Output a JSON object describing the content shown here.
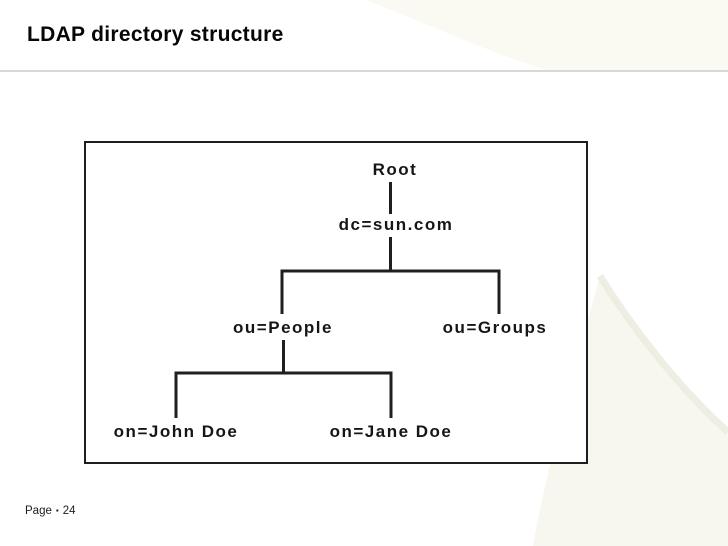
{
  "slide": {
    "title": "LDAP directory structure",
    "footer": {
      "page_label": "Page",
      "separator": "▪",
      "page_number": "24"
    }
  },
  "diagram": {
    "type": "tree",
    "nodes": [
      {
        "id": "root",
        "label": "Root"
      },
      {
        "id": "dc-sun-com",
        "label": "dc=sun.com"
      },
      {
        "id": "ou-people",
        "label": "ou=People"
      },
      {
        "id": "ou-groups",
        "label": "ou=Groups"
      },
      {
        "id": "on-john-doe",
        "label": "on=John Doe"
      },
      {
        "id": "on-jane-doe",
        "label": "on=Jane Doe"
      }
    ],
    "edges": [
      {
        "from": "Root",
        "to": "dc=sun.com"
      },
      {
        "from": "dc=sun.com",
        "to": "ou=People"
      },
      {
        "from": "dc=sun.com",
        "to": "ou=Groups"
      },
      {
        "from": "ou=People",
        "to": "on=John Doe"
      },
      {
        "from": "ou=People",
        "to": "on=Jane Doe"
      }
    ],
    "colors": {
      "line": "#1f1f1f",
      "box_border": "#1e1e1e",
      "text": "#161616"
    }
  },
  "theme": {
    "background": "#ffffff",
    "divider": "#d8d8d8",
    "swoosh_light": "#f7f7ef",
    "swoosh_streak": "#ebebde",
    "top_corner": "#fafaf3"
  }
}
